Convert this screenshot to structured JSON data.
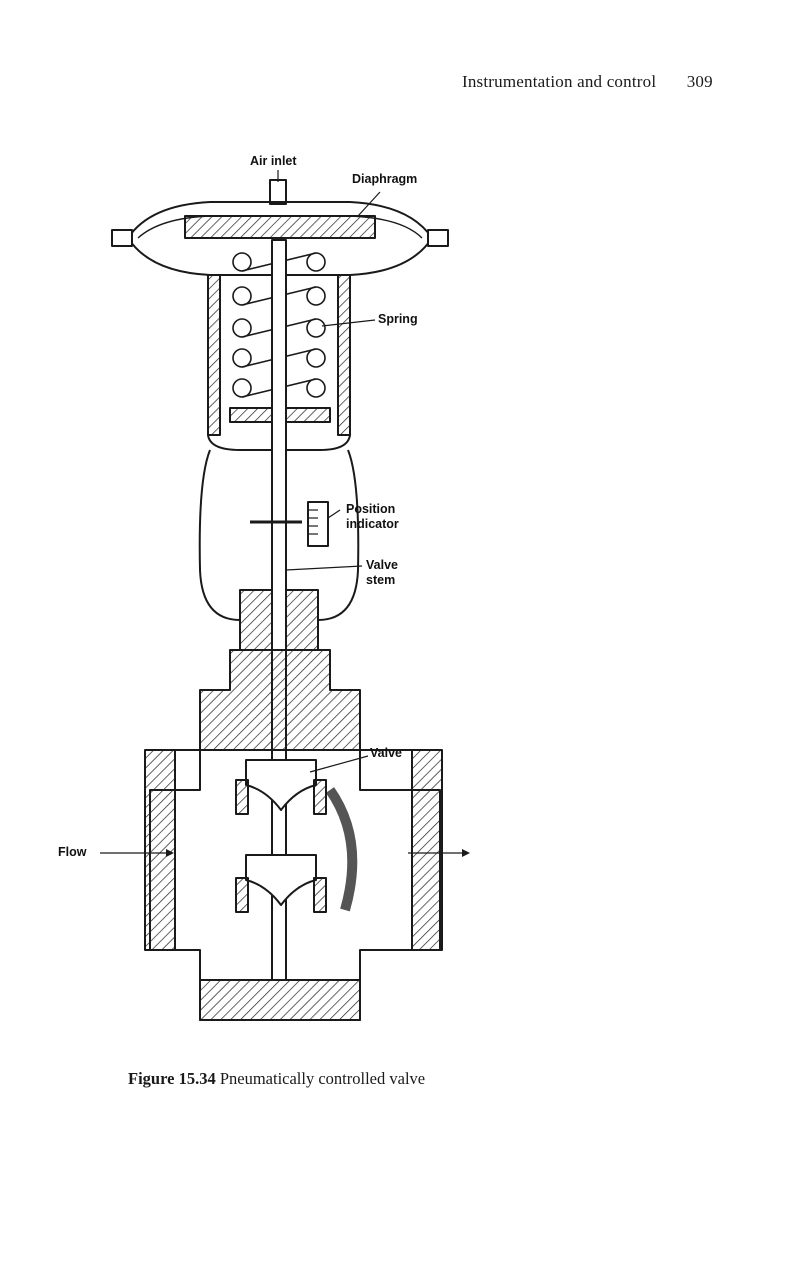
{
  "header": {
    "running_title": "Instrumentation and control",
    "page_number": "309"
  },
  "figure": {
    "labels": {
      "air_inlet": "Air inlet",
      "diaphragm": "Diaphragm",
      "spring": "Spring",
      "position_indicator_line1": "Position",
      "position_indicator_line2": "indicator",
      "valve_stem_line1": "Valve",
      "valve_stem_line2": "stem",
      "valve": "Valve",
      "flow": "Flow"
    },
    "caption": {
      "number": "Figure 15.34",
      "text": " Pneumatically controlled valve"
    }
  }
}
